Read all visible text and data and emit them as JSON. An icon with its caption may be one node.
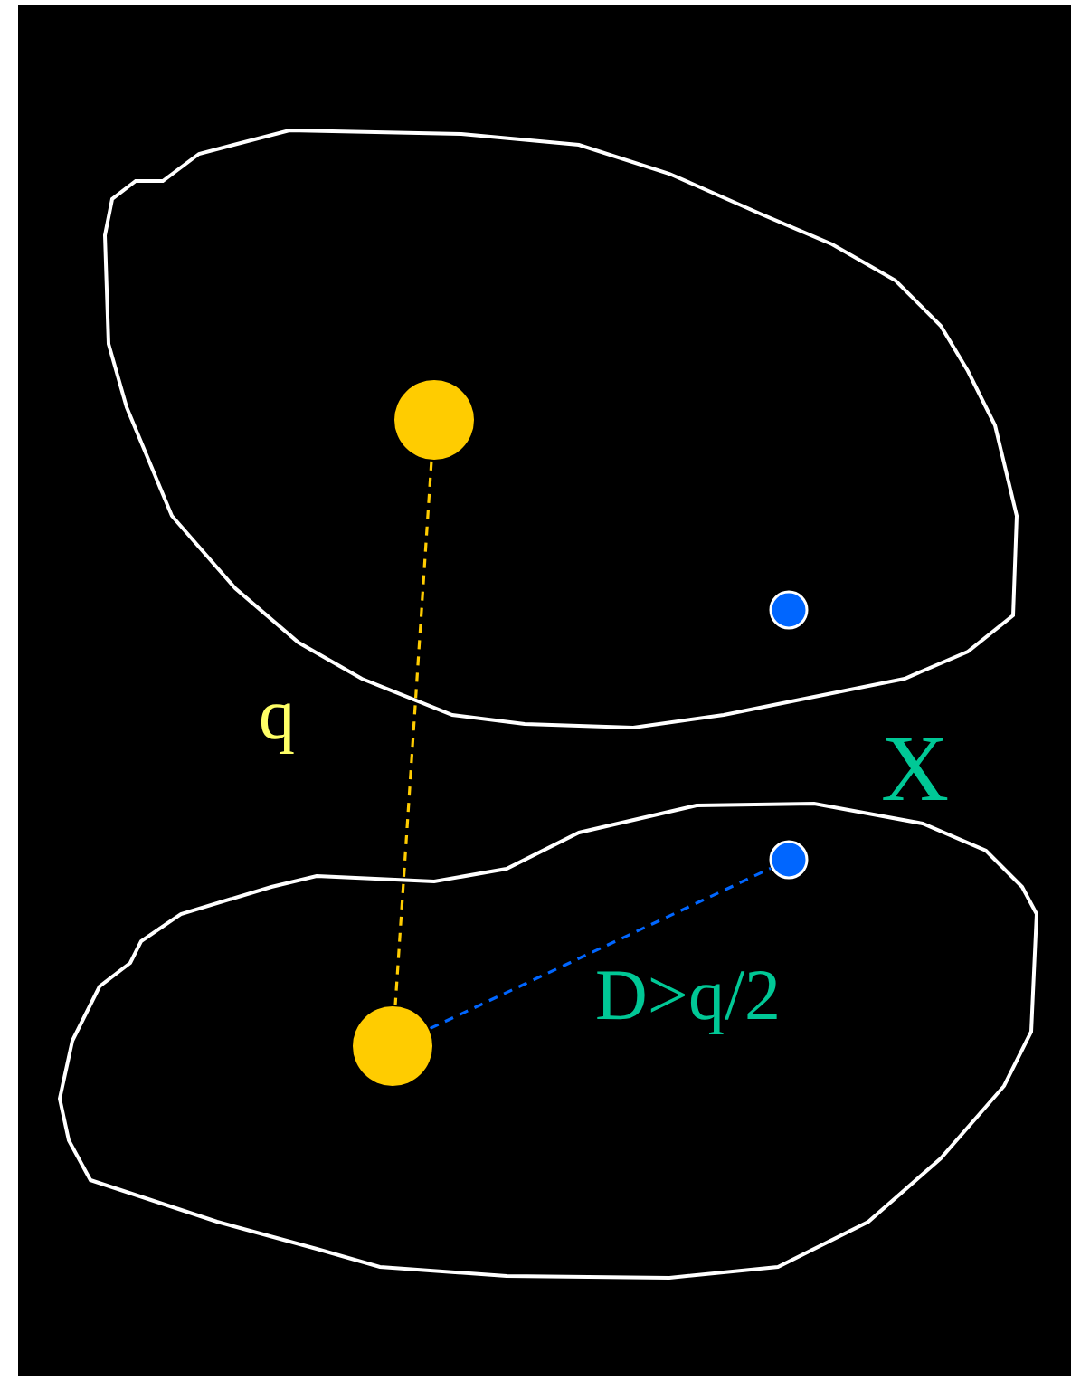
{
  "diagram": {
    "nodes": [
      {
        "text": [],
        "shape": "blob"
      },
      {
        "text": [],
        "shape": "circle",
        "in": 0
      },
      {
        "text": [],
        "shape": "circle",
        "in": 0
      },
      {
        "text": [],
        "shape": "blob"
      },
      {
        "text": [],
        "shape": "circle",
        "in": 3,
        "beside": [
          "X"
        ]
      },
      {
        "text": [],
        "shape": "circle",
        "in": 3
      }
    ],
    "edges": [
      {
        "from": 1,
        "to": 5,
        "arrow": "none",
        "label": "q",
        "style": "dashed",
        "color": "#ffcc00"
      },
      {
        "from": 5,
        "to": 4,
        "arrow": "none",
        "label": "D>q/2",
        "style": "dashed",
        "color": "#0066ff"
      }
    ]
  }
}
